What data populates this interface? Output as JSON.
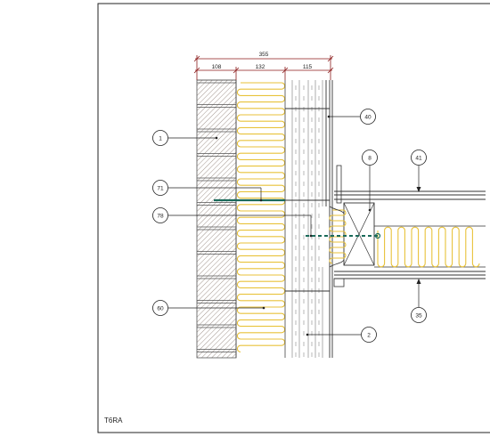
{
  "drawing": {
    "code": "T6RA",
    "dimensions": {
      "total": "355",
      "brick": "108",
      "insulation": "132",
      "cavity": "115"
    },
    "callouts": [
      {
        "id": "c1",
        "label": "1"
      },
      {
        "id": "c40",
        "label": "40"
      },
      {
        "id": "c8",
        "label": "8"
      },
      {
        "id": "c41",
        "label": "41"
      },
      {
        "id": "c71",
        "label": "71"
      },
      {
        "id": "c78",
        "label": "78"
      },
      {
        "id": "c60",
        "label": "60"
      },
      {
        "id": "c2",
        "label": "2"
      },
      {
        "id": "c35",
        "label": "35"
      }
    ]
  },
  "colors": {
    "insulation": "#e8c23a",
    "dimension": "#8b1a1a",
    "membrane": "#1a6a5a",
    "line": "#333333",
    "brick_hatch": "#7a6a60"
  }
}
